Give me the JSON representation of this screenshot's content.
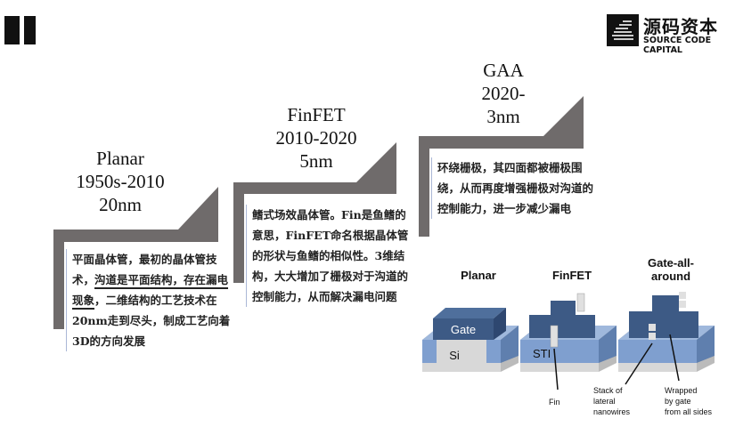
{
  "brand": {
    "name_cn": "源码资本",
    "name_en": "SOURCE CODE CAPITAL"
  },
  "stages": [
    {
      "name": "Planar",
      "years": "1950s-2010",
      "node": "20nm",
      "desc_pre": "平面晶体管，最初的晶体管技术，",
      "desc_underlined": "沟道是平面结构，存在漏电现象",
      "desc_post": "，二维结构的工艺技术在20nm走到尽头，制成工艺向着3D的方向发展"
    },
    {
      "name": "FinFET",
      "years": "2010-2020",
      "node": "5nm",
      "desc": "鳍式场效晶体管。Fin是鱼鳍的意思，FinFET命名根据晶体管的形状与鱼鳍的相似性。3维结构，大大增加了栅极对于沟道的控制能力，从而解决漏电问题"
    },
    {
      "name": "GAA",
      "years": "2020-",
      "node": "3nm",
      "desc": "环绕栅极，其四面都被栅极围绕，从而再度增强栅极对沟道的控制能力，进一步减少漏电"
    }
  ],
  "figure": {
    "headings": [
      "Planar",
      "FinFET",
      "Gate-all-",
      "around"
    ],
    "labels": {
      "gate": "Gate",
      "si": "Si",
      "sti": "STI",
      "fin": "Fin",
      "stack": [
        "Stack of",
        "lateral",
        "nanowires"
      ],
      "wrapped": [
        "Wrapped",
        "by gate",
        "from all sides"
      ]
    }
  },
  "colors": {
    "step_gray": "#6f6b6b",
    "gate": "#3d5a85",
    "sti": "#7f9fcf",
    "si": "#d8d8d8"
  }
}
